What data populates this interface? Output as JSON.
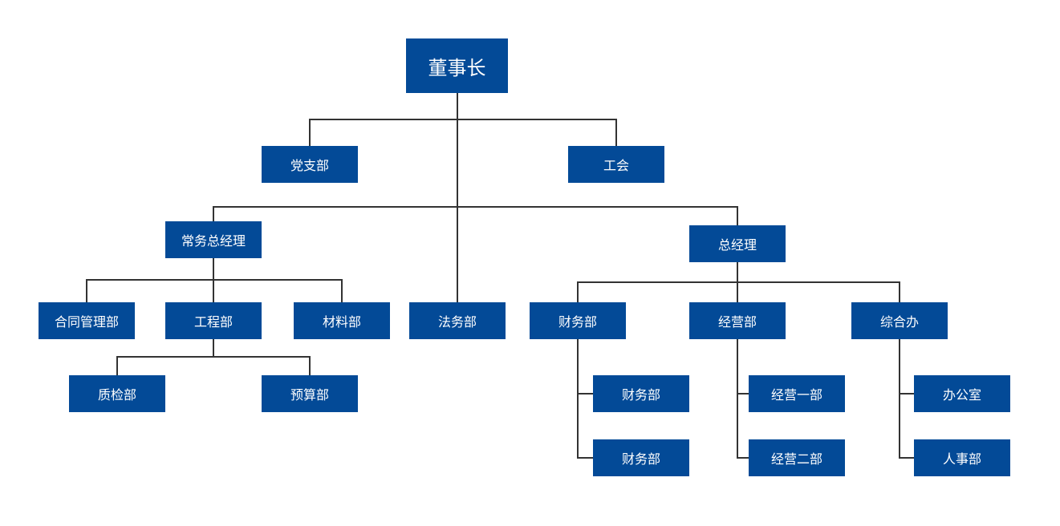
{
  "theme": {
    "node_color": "#034A97",
    "line_color": "#333333",
    "text_color": "#FFFFFF",
    "background": "#FFFFFF"
  },
  "nodes": [
    {
      "id": "chairman",
      "label": "董事长"
    },
    {
      "id": "party_branch",
      "label": "党支部"
    },
    {
      "id": "union",
      "label": "工会"
    },
    {
      "id": "executive_gm",
      "label": "常务总经理"
    },
    {
      "id": "general_manager",
      "label": "总经理"
    },
    {
      "id": "contract_mgmt",
      "label": "合同管理部"
    },
    {
      "id": "engineering",
      "label": "工程部"
    },
    {
      "id": "materials",
      "label": "材料部"
    },
    {
      "id": "legal",
      "label": "法务部"
    },
    {
      "id": "finance",
      "label": "财务部"
    },
    {
      "id": "operations",
      "label": "经营部"
    },
    {
      "id": "general_office",
      "label": "综合办"
    },
    {
      "id": "quality_inspection",
      "label": "质检部"
    },
    {
      "id": "budget",
      "label": "预算部"
    },
    {
      "id": "finance_sub_1",
      "label": "财务部"
    },
    {
      "id": "finance_sub_2",
      "label": "财务部"
    },
    {
      "id": "operations_1",
      "label": "经营一部"
    },
    {
      "id": "operations_2",
      "label": "经营二部"
    },
    {
      "id": "office",
      "label": "办公室"
    },
    {
      "id": "hr",
      "label": "人事部"
    }
  ],
  "edges": [
    [
      "chairman",
      "party_branch"
    ],
    [
      "chairman",
      "union"
    ],
    [
      "chairman",
      "executive_gm"
    ],
    [
      "chairman",
      "general_manager"
    ],
    [
      "chairman",
      "legal"
    ],
    [
      "executive_gm",
      "contract_mgmt"
    ],
    [
      "executive_gm",
      "engineering"
    ],
    [
      "executive_gm",
      "materials"
    ],
    [
      "engineering",
      "quality_inspection"
    ],
    [
      "engineering",
      "budget"
    ],
    [
      "general_manager",
      "finance"
    ],
    [
      "general_manager",
      "operations"
    ],
    [
      "general_manager",
      "general_office"
    ],
    [
      "finance",
      "finance_sub_1"
    ],
    [
      "finance",
      "finance_sub_2"
    ],
    [
      "operations",
      "operations_1"
    ],
    [
      "operations",
      "operations_2"
    ],
    [
      "general_office",
      "office"
    ],
    [
      "general_office",
      "hr"
    ]
  ]
}
